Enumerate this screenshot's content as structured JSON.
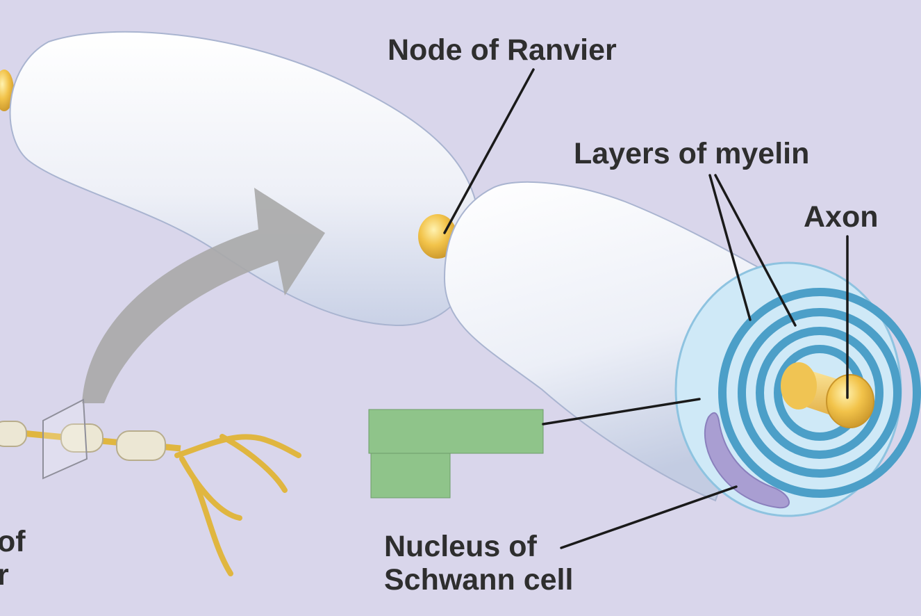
{
  "labels": {
    "node_of_ranvier": "Node of Ranvier",
    "layers_of_myelin": "Layers of myelin",
    "axon": "Axon",
    "nucleus_line1": "Nucleus of",
    "nucleus_line2": "Schwann cell",
    "partial_line1": "of",
    "partial_line2": "r"
  },
  "colors": {
    "background": "#d9d6eb",
    "myelin_sheath": "#f4f5fa",
    "axon": "#f2c34a",
    "myelin_layers": "#4c9fc8",
    "nucleus": "#a99ed2",
    "arrow": "#a8a8a8",
    "hidden_label_box": "#8fc48a"
  }
}
